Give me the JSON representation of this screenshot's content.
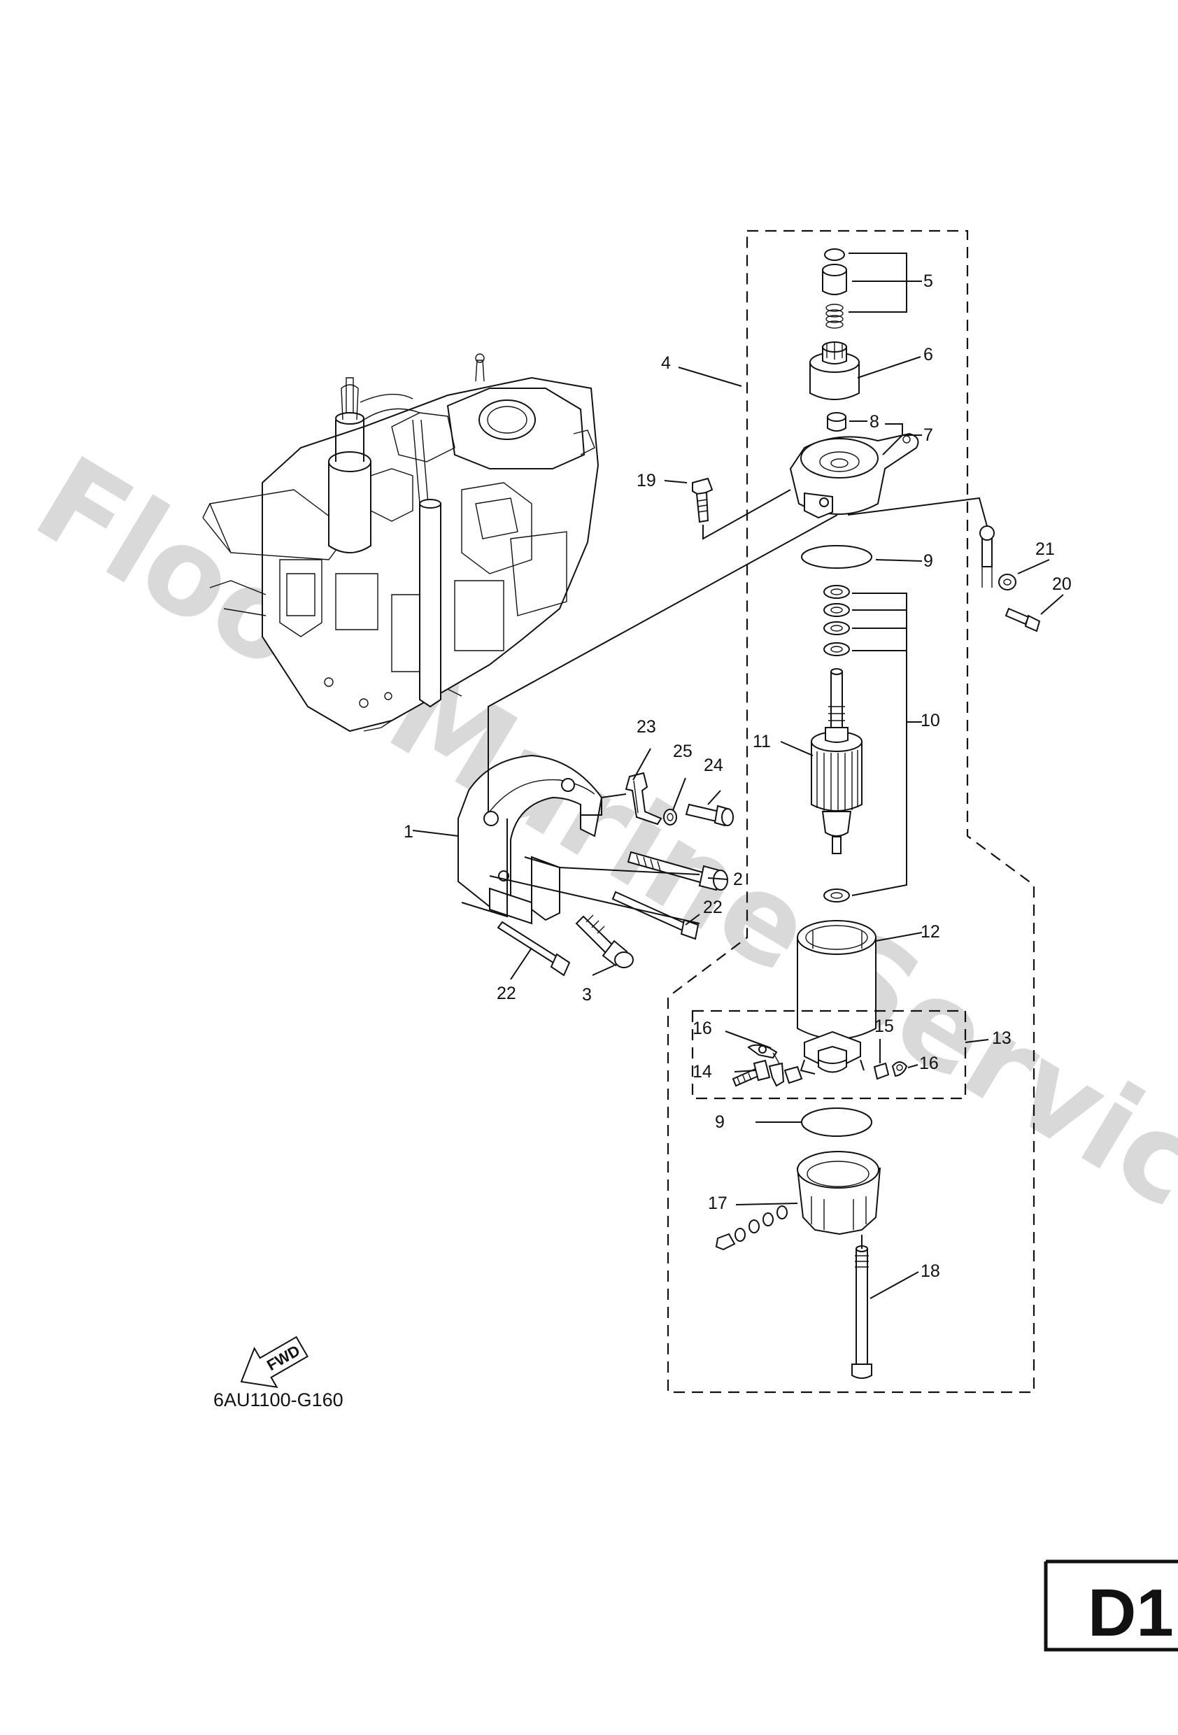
{
  "watermark": "Flood Marine Services",
  "diagram_code": "6AU1100-G160",
  "page_id": "D1",
  "fwd_label": "FWD",
  "callouts": {
    "c1": "1",
    "c2": "2",
    "c3": "3",
    "c4": "4",
    "c5": "5",
    "c6": "6",
    "c7": "7",
    "c8": "8",
    "c9a": "9",
    "c9b": "9",
    "c10": "10",
    "c11": "11",
    "c12": "12",
    "c13": "13",
    "c14": "14",
    "c15": "15",
    "c16a": "16",
    "c16b": "16",
    "c17": "17",
    "c18": "18",
    "c19": "19",
    "c20": "20",
    "c21": "21",
    "c22a": "22",
    "c22b": "22",
    "c23": "23",
    "c24": "24",
    "c25": "25"
  },
  "colors": {
    "ink": "#111111",
    "watermark": "#d9d9d9",
    "paper": "#ffffff"
  }
}
